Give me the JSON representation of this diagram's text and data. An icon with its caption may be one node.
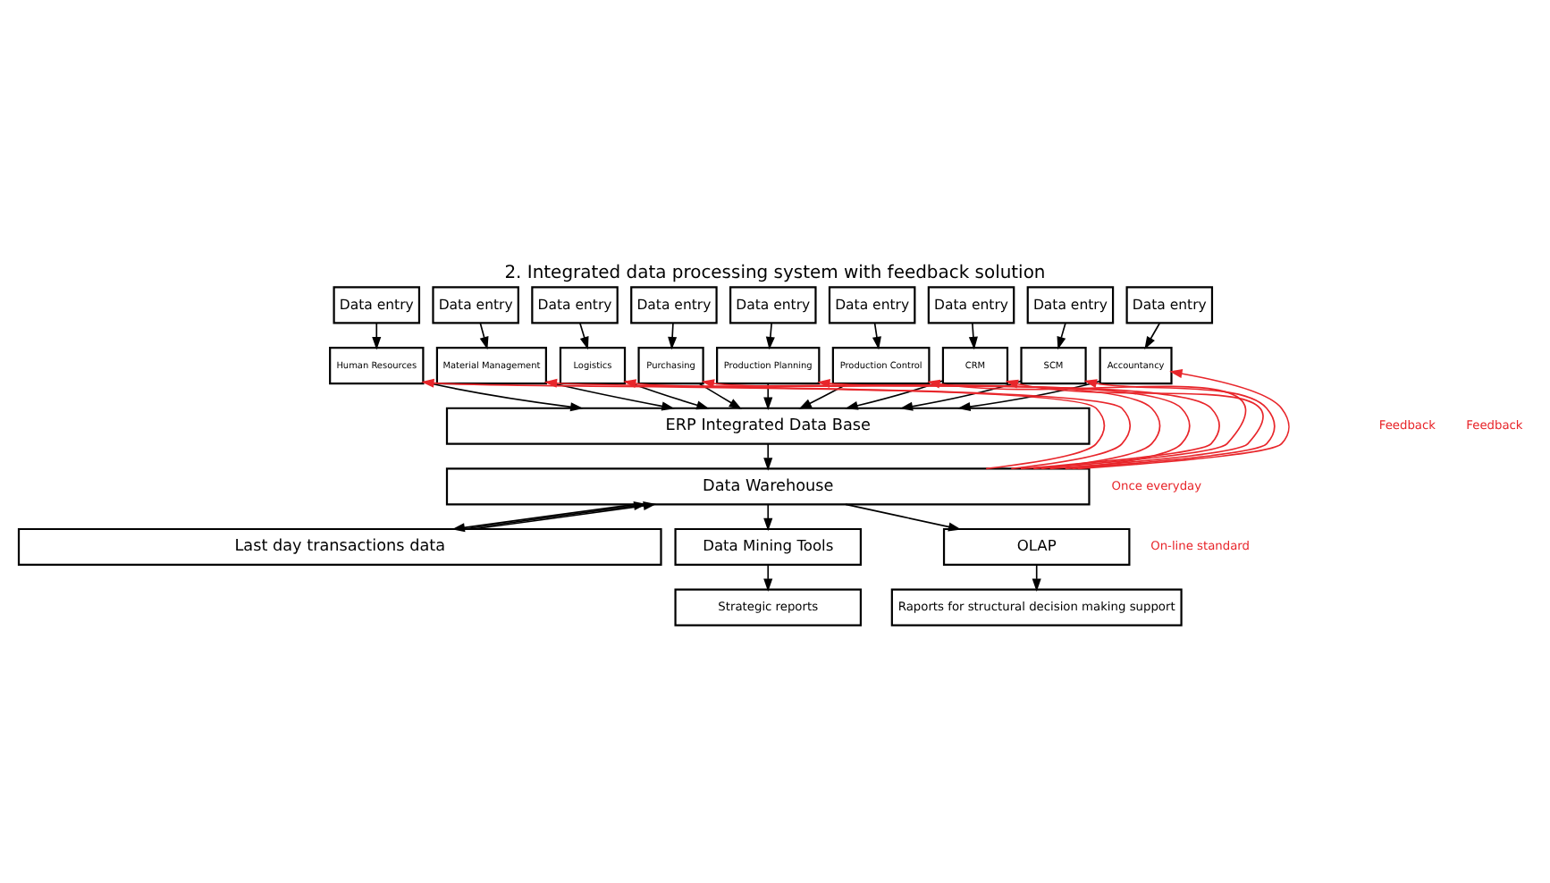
{
  "diagram": {
    "title": "2. Integrated data processing system with feedback solution",
    "nodes": [
      {
        "text": [
          "Data entry"
        ]
      },
      {
        "text": [
          "Data entry"
        ]
      },
      {
        "text": [
          "Data entry"
        ]
      },
      {
        "text": [
          "Data entry"
        ]
      },
      {
        "text": [
          "Data entry"
        ]
      },
      {
        "text": [
          "Data entry"
        ]
      },
      {
        "text": [
          "Data entry"
        ]
      },
      {
        "text": [
          "Data entry"
        ]
      },
      {
        "text": [
          "Data entry"
        ]
      },
      {
        "text": [
          "Human Resources"
        ]
      },
      {
        "text": [
          "Material Management"
        ]
      },
      {
        "text": [
          "Logistics"
        ]
      },
      {
        "text": [
          "Purchasing"
        ]
      },
      {
        "text": [
          "Production Planning"
        ]
      },
      {
        "text": [
          "Production Control"
        ]
      },
      {
        "text": [
          "CRM"
        ]
      },
      {
        "text": [
          "SCM"
        ]
      },
      {
        "text": [
          "Accountancy"
        ]
      },
      {
        "text": [
          "ERP Integrated Data Base"
        ]
      },
      {
        "text": [
          "Data Warehouse"
        ]
      },
      {
        "text": [
          "Last day transactions data"
        ]
      },
      {
        "text": [
          "Data Mining Tools"
        ]
      },
      {
        "text": [
          "OLAP"
        ]
      },
      {
        "text": [
          "Strategic reports"
        ]
      },
      {
        "text": [
          "Raports for structural decision making support"
        ]
      }
    ],
    "edges": [
      {
        "from": 0,
        "to": 9,
        "arrow": "to"
      },
      {
        "from": 1,
        "to": 10,
        "arrow": "to"
      },
      {
        "from": 2,
        "to": 11,
        "arrow": "to"
      },
      {
        "from": 3,
        "to": 12,
        "arrow": "to"
      },
      {
        "from": 4,
        "to": 13,
        "arrow": "to"
      },
      {
        "from": 5,
        "to": 14,
        "arrow": "to"
      },
      {
        "from": 6,
        "to": 15,
        "arrow": "to"
      },
      {
        "from": 7,
        "to": 16,
        "arrow": "to"
      },
      {
        "from": 8,
        "to": 17,
        "arrow": "to"
      },
      {
        "from": 9,
        "to": 18,
        "arrow": "to"
      },
      {
        "from": 10,
        "to": 18,
        "arrow": "to"
      },
      {
        "from": 11,
        "to": 18,
        "arrow": "to"
      },
      {
        "from": 12,
        "to": 18,
        "arrow": "to"
      },
      {
        "from": 13,
        "to": 18,
        "arrow": "to"
      },
      {
        "from": 14,
        "to": 18,
        "arrow": "to"
      },
      {
        "from": 15,
        "to": 18,
        "arrow": "to"
      },
      {
        "from": 16,
        "to": 18,
        "arrow": "to"
      },
      {
        "from": 17,
        "to": 18,
        "arrow": "to"
      },
      {
        "from": 19,
        "to": 9,
        "arrow": "to",
        "color": "#e8262b"
      },
      {
        "from": 19,
        "to": 10,
        "arrow": "to",
        "color": "#e8262b"
      },
      {
        "from": 19,
        "to": 11,
        "arrow": "to",
        "color": "#e8262b"
      },
      {
        "from": 19,
        "to": 12,
        "arrow": "to",
        "color": "#e8262b"
      },
      {
        "from": 19,
        "to": 13,
        "arrow": "to",
        "color": "#e8262b"
      },
      {
        "from": 19,
        "to": 14,
        "arrow": "to",
        "color": "#e8262b"
      },
      {
        "from": 19,
        "to": 15,
        "arrow": "to",
        "color": "#e8262b"
      },
      {
        "from": 19,
        "to": 16,
        "arrow": "to",
        "color": "#e8262b"
      },
      {
        "from": 19,
        "to": 17,
        "arrow": "to",
        "color": "#e8262b"
      },
      {
        "from": 18,
        "to": 19,
        "arrow": "to"
      },
      {
        "from": 19,
        "to": 20,
        "arrow": "to"
      },
      {
        "from": 20,
        "to": 19,
        "arrow": "to"
      },
      {
        "from": 20,
        "to": 19,
        "arrow": "to"
      },
      {
        "from": 19,
        "to": 21,
        "arrow": "to"
      },
      {
        "from": 19,
        "to": 22,
        "arrow": "to"
      },
      {
        "from": 21,
        "to": 23,
        "arrow": "to"
      },
      {
        "from": 22,
        "to": 24,
        "arrow": "to"
      }
    ],
    "labels": [
      "Feedback",
      "Feedback",
      "Once everyday",
      "On-line standard"
    ]
  }
}
